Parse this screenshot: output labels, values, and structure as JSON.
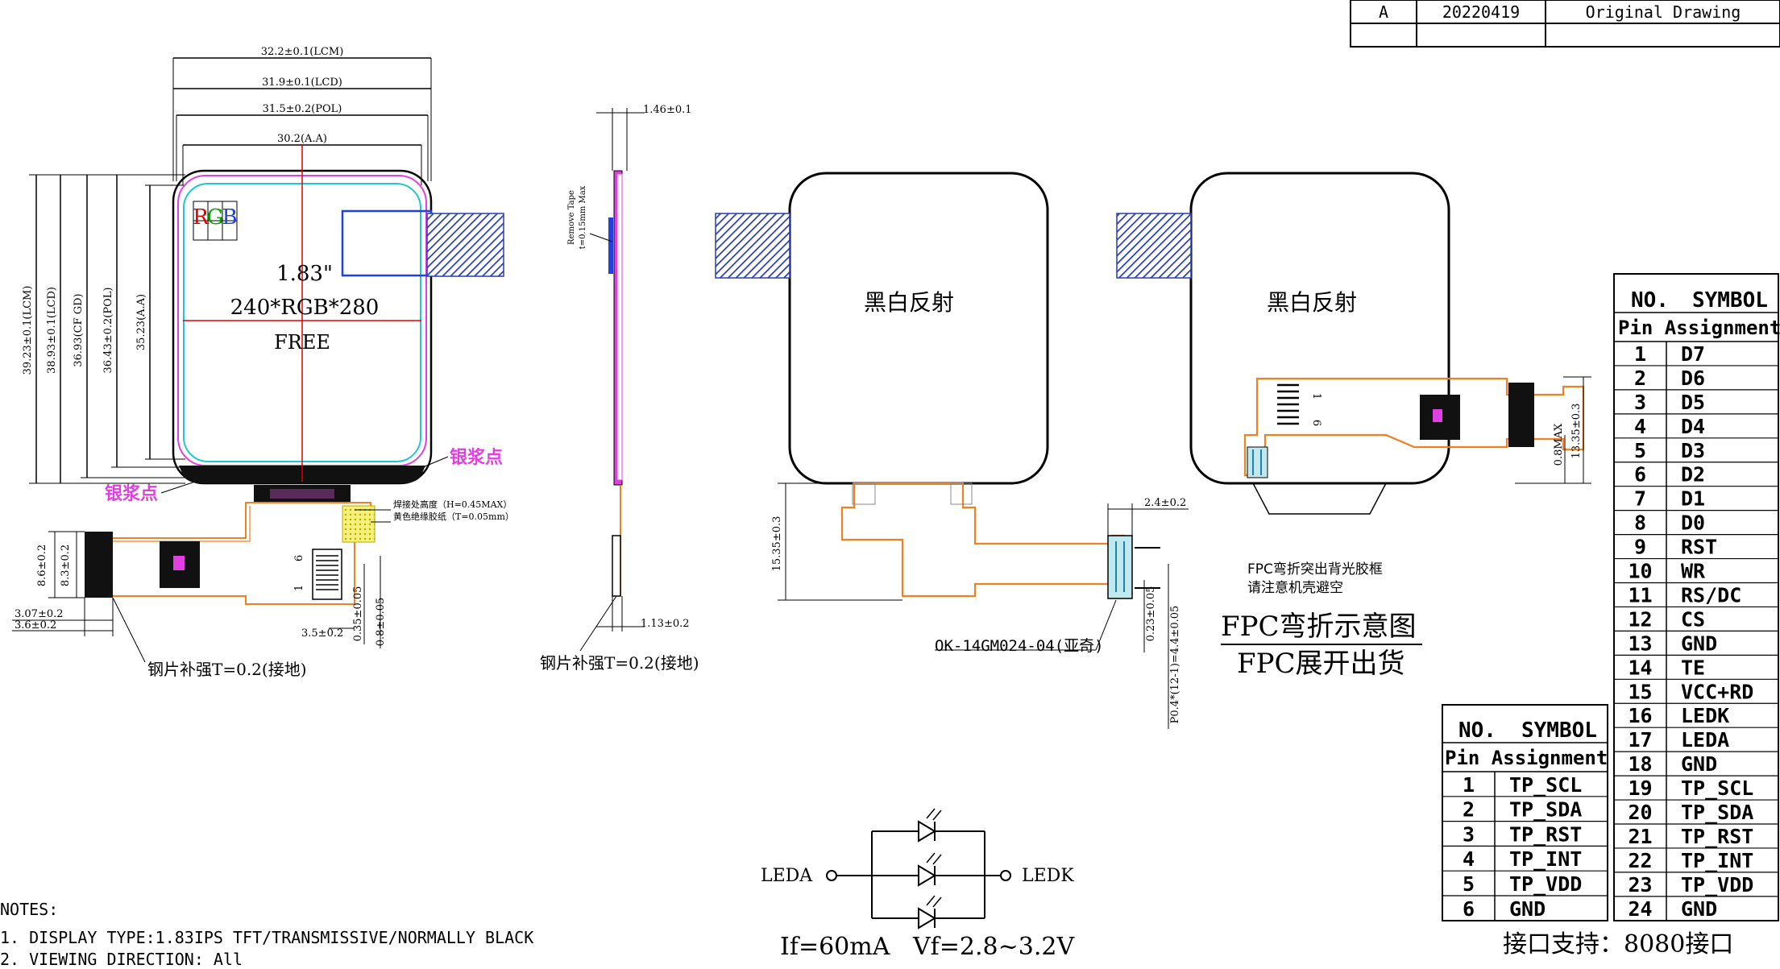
{
  "revision": {
    "rev": "A",
    "date": "20220419",
    "desc": "Original Drawing"
  },
  "front_view": {
    "dim_lcm_w": "32.2±0.1(LCM)",
    "dim_lcd_w": "31.9±0.1(LCD)",
    "dim_pol_w": "31.5±0.2(POL)",
    "dim_aa_w": "30.2(A.A)",
    "dim_lcm_h": "39.23±0.1(LCM)",
    "dim_lcd_h": "38.93±0.1(LCD)",
    "dim_cf_h": "36.93(CF GD)",
    "dim_pol_h": "36.43±0.2(POL)",
    "dim_aa_h": "35.23(A.A)",
    "rgb": [
      "R",
      "G",
      "B"
    ],
    "size": "1.83\"",
    "resolution": "240*RGB*280",
    "free": "FREE",
    "silver_paste_1": "银浆点",
    "silver_paste_2": "银浆点",
    "solder_note": "焊接处高度（H=0.45MAX）",
    "insulate_note": "黄色绝缘胶纸（T=0.05mm）",
    "dim_86": "8.6±0.2",
    "dim_83": "8.3±0.2",
    "dim_307": "3.07±0.2",
    "dim_36": "3.6±0.2",
    "dim_35": "3.5±0.2",
    "dim_035": "0.35±0.05",
    "dim_08": "0.8±0.05",
    "fpc_pin_1": "1",
    "fpc_pin_6": "6",
    "steel_note": "钢片补强T=0.2(接地)"
  },
  "side_view": {
    "dim_top": "1.46±0.1",
    "remove_tape": "Remove Tape",
    "remove_tape_t": "t=0.15mm Max",
    "dim_bottom": "1.13±0.2",
    "steel_note": "钢片补强T=0.2(接地)"
  },
  "unfold_view": {
    "label": "黑白反射",
    "dim_1535": "15.35±0.3",
    "dim_24": "2.4±0.2",
    "dim_023": "0.23±0.05",
    "dim_pitch": "P0.4*(12-1)=4.4±0.05",
    "connector": "OK-14GM024-04(亚奇)"
  },
  "fold_view": {
    "label": "黑白反射",
    "pin_1": "1",
    "pin_6": "6",
    "dim_08max": "0.8MAX",
    "dim_1335": "13.35±0.3",
    "note_1": "FPC弯折突出背光胶框",
    "note_2": "请注意机壳避空",
    "title_1": "FPC弯折示意图",
    "title_2": "FPC展开出货"
  },
  "led": {
    "leda": "LEDA",
    "ledk": "LEDK",
    "spec": "If=60mA   Vf=2.8~3.2V"
  },
  "notes": {
    "title": "NOTES:",
    "items": [
      "1. DISPLAY TYPE:1.83IPS TFT/TRANSMISSIVE/NORMALLY BLACK",
      "2. VIEWING DIRECTION: All"
    ]
  },
  "interface": "接口支持：8080接口",
  "main_table": {
    "h_no": "NO.",
    "h_symbol": "SYMBOL",
    "h_pin": "Pin Assignment",
    "rows": [
      {
        "no": "1",
        "sym": "D7"
      },
      {
        "no": "2",
        "sym": "D6"
      },
      {
        "no": "3",
        "sym": "D5"
      },
      {
        "no": "4",
        "sym": "D4"
      },
      {
        "no": "5",
        "sym": "D3"
      },
      {
        "no": "6",
        "sym": "D2"
      },
      {
        "no": "7",
        "sym": "D1"
      },
      {
        "no": "8",
        "sym": "D0"
      },
      {
        "no": "9",
        "sym": "RST"
      },
      {
        "no": "10",
        "sym": "WR"
      },
      {
        "no": "11",
        "sym": "RS/DC"
      },
      {
        "no": "12",
        "sym": "CS"
      },
      {
        "no": "13",
        "sym": "GND"
      },
      {
        "no": "14",
        "sym": "TE"
      },
      {
        "no": "15",
        "sym": "VCC+RD"
      },
      {
        "no": "16",
        "sym": "LEDK"
      },
      {
        "no": "17",
        "sym": "LEDA"
      },
      {
        "no": "18",
        "sym": "GND"
      },
      {
        "no": "19",
        "sym": "TP_SCL"
      },
      {
        "no": "20",
        "sym": "TP_SDA"
      },
      {
        "no": "21",
        "sym": "TP_RST"
      },
      {
        "no": "22",
        "sym": "TP_INT"
      },
      {
        "no": "23",
        "sym": "TP_VDD"
      },
      {
        "no": "24",
        "sym": "GND"
      }
    ]
  },
  "tp_table": {
    "h_no": "NO.",
    "h_symbol": "SYMBOL",
    "h_pin": "Pin Assignment",
    "rows": [
      {
        "no": "1",
        "sym": "TP_SCL"
      },
      {
        "no": "2",
        "sym": "TP_SDA"
      },
      {
        "no": "3",
        "sym": "TP_RST"
      },
      {
        "no": "4",
        "sym": "TP_INT"
      },
      {
        "no": "5",
        "sym": "TP_VDD"
      },
      {
        "no": "6",
        "sym": "GND"
      }
    ]
  }
}
